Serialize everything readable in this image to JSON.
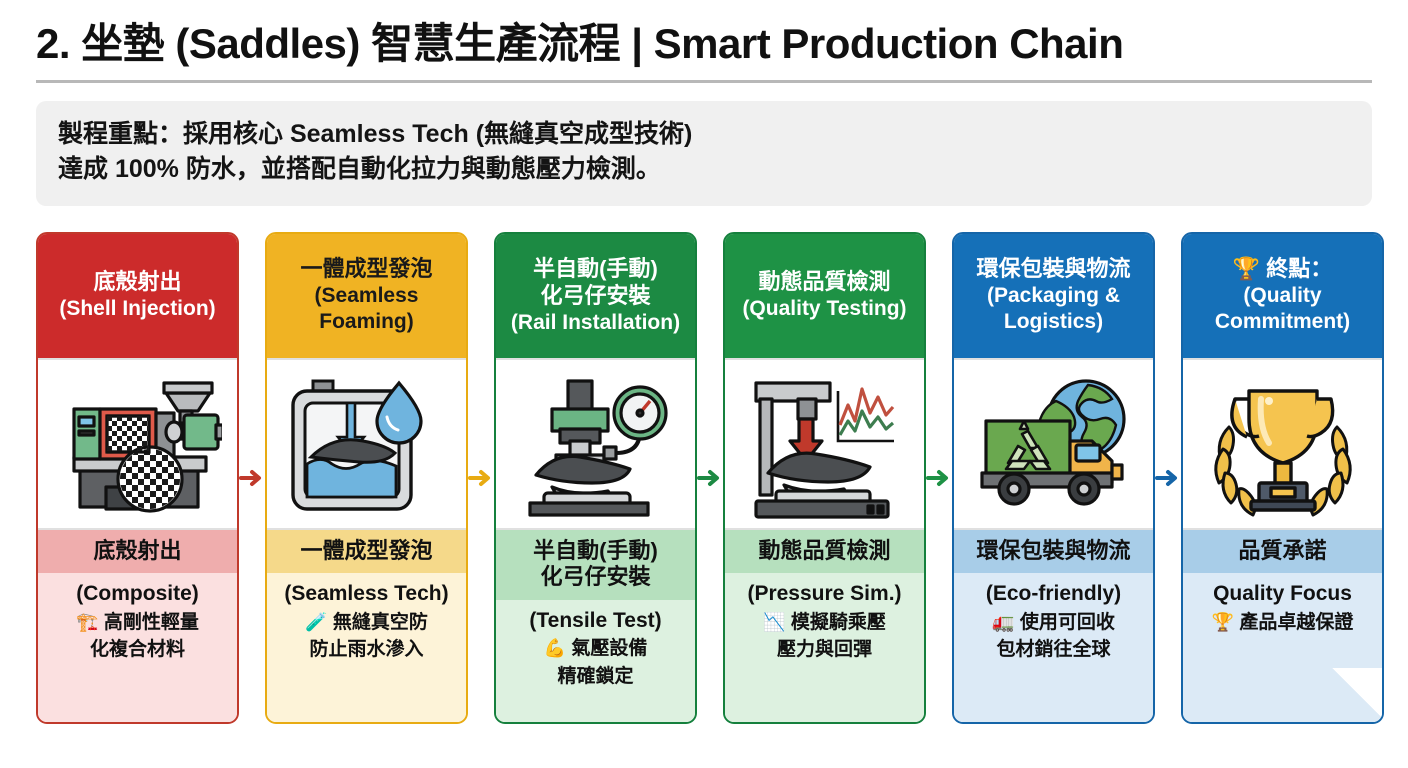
{
  "header": {
    "title": "2. 坐墊 (Saddles) 智慧生產流程 | Smart Production Chain"
  },
  "summary": {
    "line1": "製程重點：採用核心 Seamless Tech (無縫真空成型技術)",
    "line2": "達成 100% 防水，並搭配自動化拉力與動態壓力檢測。"
  },
  "flow": {
    "arrow_icon": "arrow-right-icon",
    "steps": [
      {
        "head_zh": "底殼射出",
        "head_en": "(Shell Injection)",
        "art_icon": "injection-molding-machine-icon",
        "band": "底殼射出",
        "foot_en": "(Composite)",
        "note_emoji": "🏗️",
        "note_line1": "高剛性輕量",
        "note_line2": "化複合材料",
        "accent": "#cc2b2b",
        "theme": "t-red"
      },
      {
        "head_zh": "一體成型發泡",
        "head_en": "(Seamless Foaming)",
        "art_icon": "vacuum-foaming-tank-icon",
        "band": "一體成型發泡",
        "foot_en": "(Seamless Tech)",
        "note_emoji": "🧪",
        "note_line1": "無縫真空防",
        "note_line2": "防止雨水滲入",
        "accent": "#f0b323",
        "theme": "t-yellow"
      },
      {
        "head_zh": "半自動(手動)化弓仔安裝",
        "head_en": "(Rail Installation)",
        "art_icon": "tensile-press-gauge-icon",
        "band": "半自動(手動)化弓仔安裝",
        "foot_en": "(Tensile Test)",
        "note_emoji": "💪",
        "note_line1": "氣壓設備",
        "note_line2": "精確鎖定",
        "accent": "#1c8a43",
        "theme": "t-green"
      },
      {
        "head_zh": "動態品質檢測",
        "head_en": "(Quality Testing)",
        "art_icon": "pressure-simulation-rig-icon",
        "band": "動態品質檢測",
        "foot_en": "(Pressure Sim.)",
        "note_emoji": "📉",
        "note_line1": "模擬騎乘壓",
        "note_line2": "壓力與回彈",
        "accent": "#1e9245",
        "theme": "t-green2"
      },
      {
        "head_zh": "環保包裝與物流",
        "head_en": "(Packaging & Logistics)",
        "art_icon": "recycling-truck-globe-icon",
        "band": "環保包裝與物流",
        "foot_en": "(Eco-friendly)",
        "note_emoji": "🚛",
        "note_line1": "使用可回收",
        "note_line2": "包材銷往全球",
        "accent": "#1570b8",
        "theme": "t-blue"
      },
      {
        "head_zh": "🏆 終點：",
        "head_en": "(Quality Commitment)",
        "art_icon": "trophy-laurel-icon",
        "band": "品質承諾",
        "foot_en": "Quality Focus",
        "note_emoji": "🏆",
        "note_line1": "產品卓越保證",
        "note_line2": "",
        "accent": "#1570b8",
        "theme": "t-blue2"
      }
    ]
  },
  "head_zh_lines": {
    "step3_l1": "半自動(手動)",
    "step3_l2": "化弓仔安裝",
    "step6_l1": "(Quality",
    "step6_l2": "Commitment)",
    "step2_l1": "(Seamless",
    "step2_l2": "Foaming)",
    "step5_l1": "(Packaging &",
    "step5_l2": "Logistics)"
  },
  "band_lines": {
    "step3_l1": "半自動(手動)",
    "step3_l2": "化弓仔安裝"
  },
  "colors": {
    "title_text": "#111111",
    "rule": "#b8b8b8",
    "panel_bg": "#f0f0f0",
    "red": "#cc2b2b",
    "yellow": "#f0b323",
    "green": "#1c8a43",
    "blue": "#1570b8"
  }
}
